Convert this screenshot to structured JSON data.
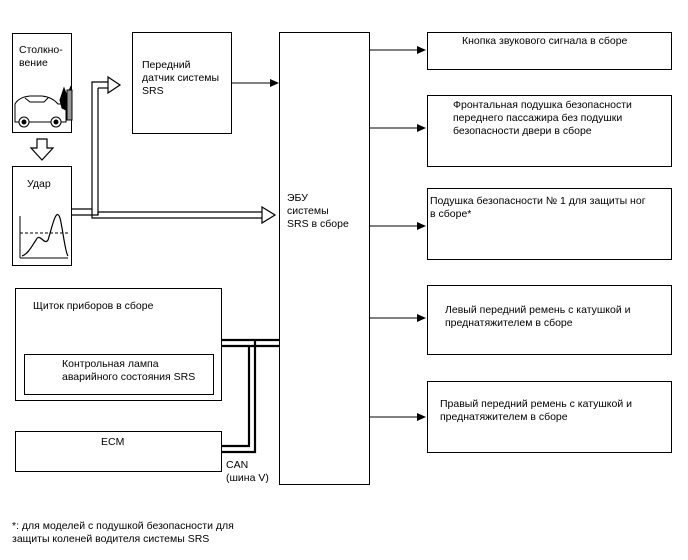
{
  "collision_box": {
    "label": "Столкно-\nвение"
  },
  "impact_box": {
    "label": "Удар"
  },
  "front_sensor": {
    "label": "Передний\nдатчик системы\nSRS"
  },
  "ecu": {
    "label": "ЭБУ\nсистемы\nSRS в сборе"
  },
  "cluster": {
    "label": "Щиток приборов в сборе",
    "lamp_label": "Контрольная лампа\nаварийного состояния SRS"
  },
  "ecm": {
    "label": "ECM"
  },
  "can": {
    "label": "CAN\n(шина V)"
  },
  "outputs": [
    {
      "label": "Кнопка звукового сигнала в сборе"
    },
    {
      "label": "Фронтальная подушка безопасности\nпереднего пассажира без подушки\nбезопасности двери в сборе"
    },
    {
      "label": "Подушка безопасности № 1 для защиты ног\nв сборе*"
    },
    {
      "label": "Левый передний ремень с катушкой и\nпреднатяжителем в сборе"
    },
    {
      "label": "Правый передний ремень с катушкой и\nпреднатяжителем в сборе"
    }
  ],
  "footnote": {
    "label": "*: для моделей с подушкой безопасности для\nзащиты коленей водителя системы SRS"
  }
}
